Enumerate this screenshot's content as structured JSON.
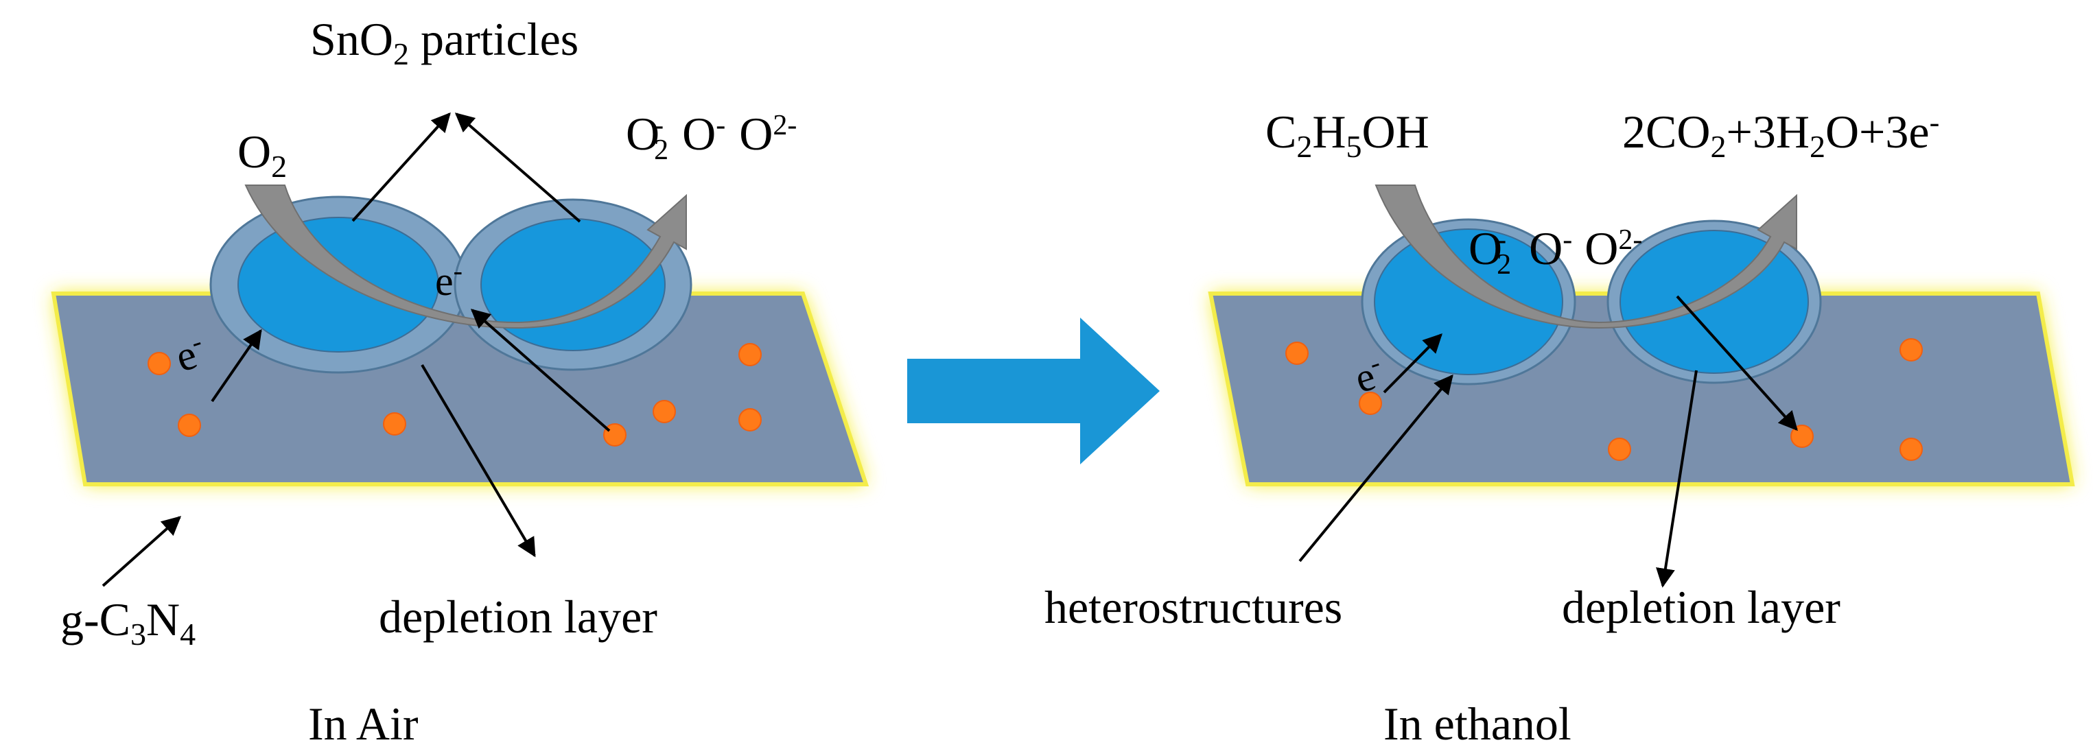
{
  "colors": {
    "substrate_fill": "#7a90ad",
    "substrate_glow": "#f6ee2c",
    "particle_core": "#1797dc",
    "particle_shell": "#7ea2c3",
    "electron_dot": "#ff7a18",
    "gas_arrow": "#8c8c8c",
    "process_arrow": "#1a96d6"
  },
  "left_panel": {
    "caption": "In Air",
    "labels": {
      "sno2": {
        "base": "SnO",
        "sub": "2",
        "rest": " particles"
      },
      "o2": {
        "base": "O",
        "sub": "2"
      },
      "oxygen_species": {
        "o2_minus_base": "O",
        "o2_minus_sub": "2",
        "o2_minus_sup": "-",
        "o_minus_base": "O",
        "o_minus_sup": "-",
        "o_2minus_base": "O",
        "o_2minus_sup": "2-"
      },
      "electron_center": {
        "base": "e",
        "sup": "-"
      },
      "electron_left": {
        "base": "e",
        "sup": "-"
      },
      "substrate": {
        "p1": "g-C",
        "s1": "3",
        "p2": "N",
        "s2": "4"
      },
      "depletion": "depletion layer"
    }
  },
  "right_panel": {
    "caption": "In ethanol",
    "labels": {
      "ethanol": {
        "p1": "C",
        "s1": "2",
        "p2": "H",
        "s2": "5",
        "p3": "OH"
      },
      "products": {
        "p1": "2CO",
        "s1": "2",
        "p2": "+3H",
        "s2": "2",
        "p3": "O+3e",
        "sup": "-"
      },
      "oxygen_species": {
        "o2_minus_base": "O",
        "o2_minus_sub": "2",
        "o2_minus_sup": "-",
        "o_minus_base": "O",
        "o_minus_sup": "-",
        "o_2minus_base": "O",
        "o_2minus_sup": "2-"
      },
      "electron": {
        "base": "e",
        "sup": "-"
      },
      "heterostructures": "heterostructures",
      "depletion": "depletion layer"
    }
  }
}
